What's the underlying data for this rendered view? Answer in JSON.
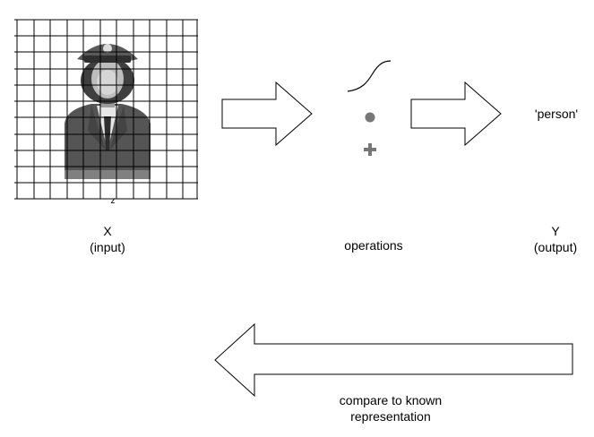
{
  "input": {
    "symbol": "X",
    "caption": "(input)",
    "grid_axis_label": "z",
    "image_subject": "person-in-uniform-photo"
  },
  "operations": {
    "caption": "operations",
    "symbols": [
      "sigmoid-curve-icon",
      "dot-product-icon",
      "plus-icon"
    ]
  },
  "output": {
    "value": "'person'",
    "symbol": "Y",
    "caption": "(output)"
  },
  "feedback": {
    "caption_line1": "compare to known",
    "caption_line2": "representation"
  },
  "colors": {
    "stroke": "#000000",
    "symbol_gray": "#777777",
    "photo_dark": "#3a3a3a",
    "photo_mid": "#8a8a8a",
    "photo_light": "#d9d9d9"
  }
}
